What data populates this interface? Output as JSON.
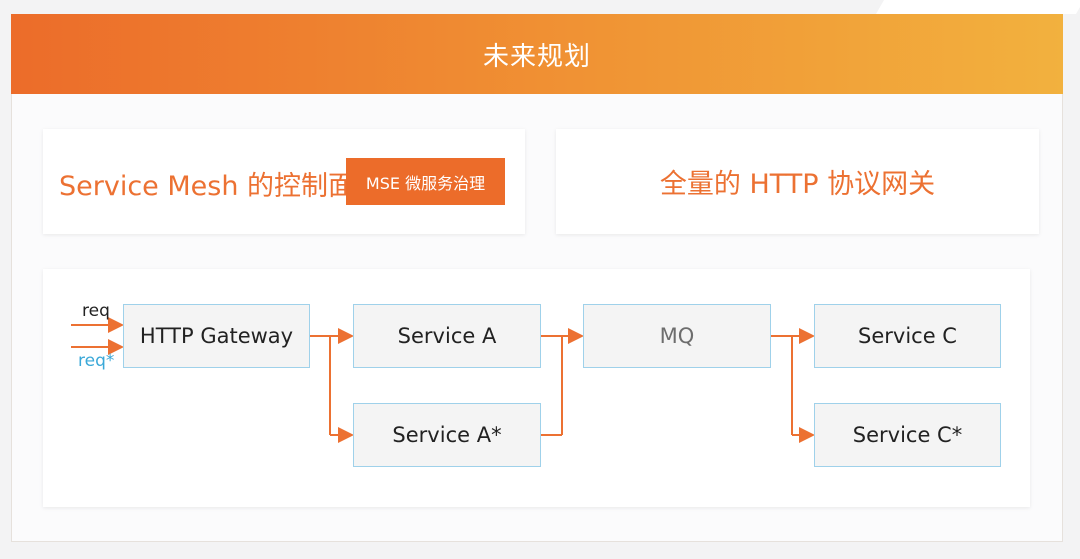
{
  "header": {
    "title": "未来规划"
  },
  "cards": {
    "left": {
      "text": "Service Mesh 的控制面",
      "badge": "MSE 微服务治理"
    },
    "right": {
      "text": "全量的 HTTP 协议网关"
    }
  },
  "flow": {
    "inputs": {
      "req": "req",
      "req_star": "req*"
    },
    "nodes": {
      "gateway": "HTTP Gateway",
      "service_a": "Service A",
      "service_a_star": "Service A*",
      "mq": "MQ",
      "service_c": "Service C",
      "service_c_star": "Service C*"
    }
  },
  "colors": {
    "accent": "#ec6c2a",
    "header_end": "#f2b13e",
    "node_border": "#9fd1ea",
    "req_star_label": "#3aa8d8",
    "arrow": "#ec7132"
  }
}
